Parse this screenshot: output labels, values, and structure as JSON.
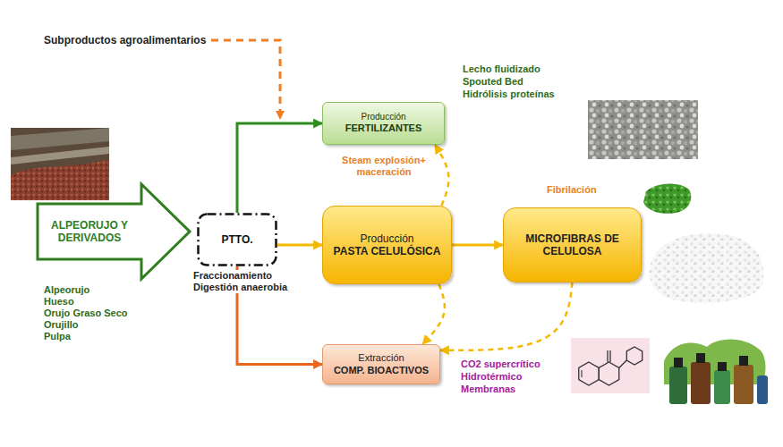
{
  "diagram": {
    "nodes": [
      {
        "text": [
          "ALPEORUJO Y DERIVADOS"
        ]
      },
      {
        "text": [
          "PTTO."
        ]
      },
      {
        "text": [
          "Producción",
          "FERTILIZANTES"
        ]
      },
      {
        "text": [
          "Producción",
          "PASTA CELULÓSICA"
        ]
      },
      {
        "text": [
          "MICROFIBRAS DE CELULOSA"
        ]
      },
      {
        "text": [
          "Extracción",
          "COMP. BIOACTIVOS"
        ]
      }
    ],
    "edges": [
      {
        "from": 1,
        "to": 2,
        "arrow": "to"
      },
      {
        "from": 1,
        "to": 3,
        "arrow": "to"
      },
      {
        "from": 1,
        "to": 5,
        "arrow": "to"
      },
      {
        "from": 3,
        "to": 4,
        "arrow": "to"
      },
      {
        "from": 3,
        "to": 2,
        "arrow": "to"
      },
      {
        "from": 3,
        "to": 5,
        "arrow": "to"
      },
      {
        "from": 4,
        "to": 5,
        "arrow": "to"
      }
    ],
    "labels": [
      "Subproductos agroalimentarios",
      "Lecho fluidizado",
      "Spouted Bed",
      "Hidrólisis proteínas",
      "Steam explosión+ maceración",
      "Fibrilación",
      "Alpeorujo",
      "Hueso",
      "Orujo Graso Seco",
      "Orujillo",
      "Pulpa",
      "Fraccionamiento",
      "Digestión anaerobia",
      "CO2 supercrítico",
      "Hidrotérmico",
      "Membranas"
    ]
  }
}
